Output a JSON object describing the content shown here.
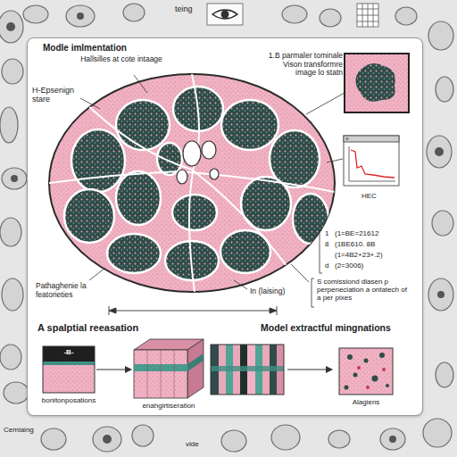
{
  "diagram": {
    "nodes": [
      {
        "text": [
          "Modle imlmentation"
        ]
      },
      {
        "text": [
          "-B-",
          "bonitonposations"
        ],
        "in": 0
      },
      {
        "text": [
          "enahgirtiseration"
        ],
        "in": 0
      },
      {
        "text": [
          "Alagiens"
        ],
        "in": 0
      }
    ],
    "edges": [
      {
        "from": 1,
        "to": 2,
        "arrow": "to"
      }
    ],
    "labels": [
      "teing",
      "Hallsilles at cote intaage",
      "H-Epsenign stare",
      "1.B parmaler tominale Vison transformre image lo statn",
      "HEC",
      "1",
      "8",
      "d",
      "(1=BE=21612",
      "(1BE610. 8B",
      "(1=4B2+23+.2)",
      "(2=3006)",
      "S comissiond dlasen p perpeneciation a ontatech of a per pixes",
      "Pathaghenie la featorieties",
      "In (laising)",
      "A spalptial reeasation",
      "Model extractful mingnations",
      "Cemiaing",
      "vide"
    ]
  }
}
